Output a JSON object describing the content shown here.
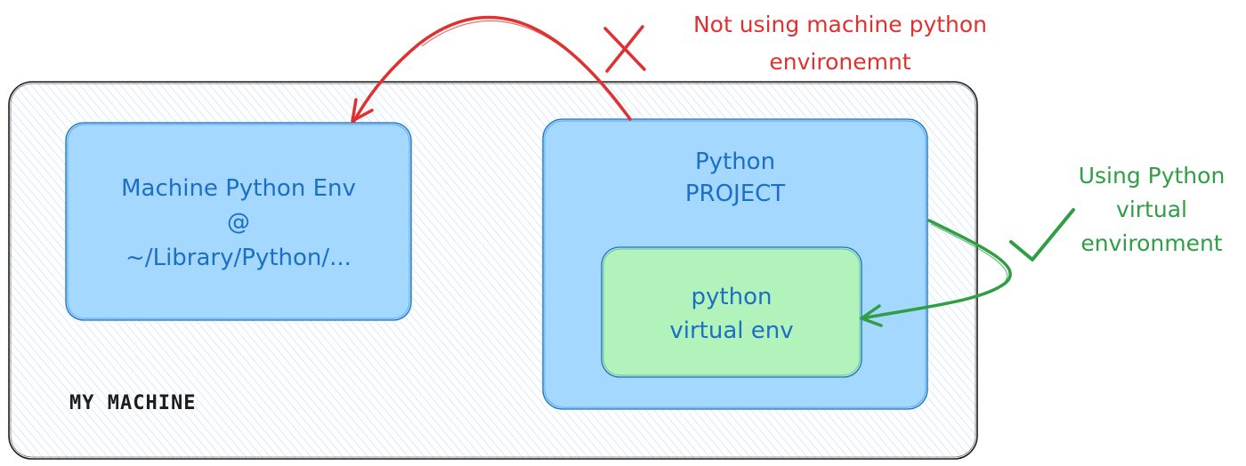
{
  "machine": {
    "label": "MY MACHINE"
  },
  "machine_env": {
    "lines": [
      "Machine Python Env",
      "@",
      "~/Library/Python/..."
    ]
  },
  "project": {
    "lines": [
      "Python",
      "PROJECT"
    ]
  },
  "venv": {
    "lines": [
      "python",
      "virtual env"
    ]
  },
  "not_using_note": {
    "lines": [
      "Not using machine python",
      "environemnt"
    ]
  },
  "using_note": {
    "lines": [
      "Using Python",
      "virtual",
      "environment"
    ]
  },
  "colors": {
    "machine_fill": "#a5d8ff",
    "box_fill": "#a5d8ff",
    "venv_fill": "#b2f2bb",
    "red": "#e03131",
    "green": "#2f9e44",
    "stroke": "#1e1e1e",
    "blue_stroke": "#1971c2"
  }
}
